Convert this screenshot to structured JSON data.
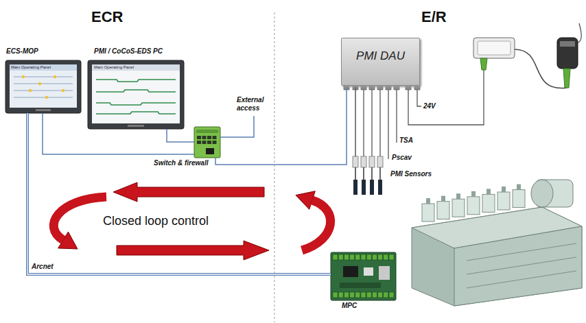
{
  "diagram": {
    "nodes": [
      {
        "text": [
          "ECS-MOP"
        ]
      },
      {
        "text": [
          "PMI / CoCoS-EDS PC"
        ]
      },
      {
        "text": [
          "Switch & firewall"
        ]
      },
      {
        "text": [
          "PMI DAU"
        ]
      },
      {
        "text": [
          "PMI Sensors"
        ]
      },
      {
        "text": [
          "MPC"
        ]
      }
    ],
    "edges": [
      {
        "from": 0,
        "to": 2,
        "arrow": "none"
      },
      {
        "from": 1,
        "to": 2,
        "arrow": "none"
      },
      {
        "from": 2,
        "to": 3,
        "arrow": "none"
      },
      {
        "from": 3,
        "to": 4,
        "arrow": "none"
      },
      {
        "from": 0,
        "to": 5,
        "label": "Arcnet",
        "arrow": "none"
      }
    ],
    "labels": [
      "ECR",
      "E/R",
      "Main Operating Panel",
      "Main Operating Panel",
      "External access",
      "24V",
      "TSA",
      "Pscav",
      "Closed loop control"
    ]
  }
}
